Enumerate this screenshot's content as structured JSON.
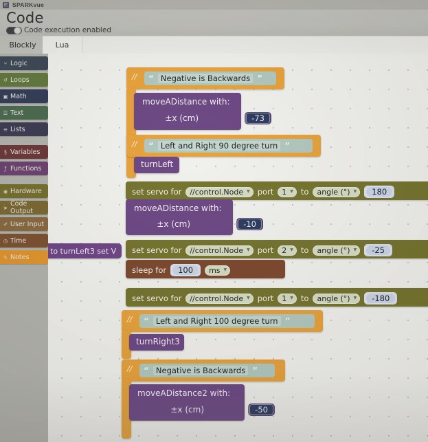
{
  "window": {
    "app_title": "SPARKvue",
    "app_icon": "app-icon"
  },
  "header": {
    "page_title": "Code",
    "execution_toggle_label": "Code execution enabled",
    "execution_toggle_state": "on"
  },
  "tabs": [
    {
      "label": "Blockly",
      "active": true
    },
    {
      "label": "Lua",
      "active": false
    }
  ],
  "toolbox": {
    "items": [
      {
        "label": "Logic",
        "icon": "branch-icon",
        "color": "#3f4a58"
      },
      {
        "label": "Loops",
        "icon": "loop-icon",
        "color": "#637a3f"
      },
      {
        "label": "Math",
        "icon": "math-icon",
        "color": "#353f58"
      },
      {
        "label": "Text",
        "icon": "text-icon",
        "color": "#4e6b51"
      },
      {
        "label": "Lists",
        "icon": "list-icon",
        "color": "#3e3d55"
      },
      {
        "label": "Variables",
        "icon": "variable-icon",
        "color": "#6e3a3a"
      },
      {
        "label": "Functions",
        "icon": "function-icon",
        "color": "#6d4471"
      },
      {
        "label": "Hardware",
        "icon": "chip-icon",
        "color": "#76702f"
      },
      {
        "label": "Code Output",
        "icon": "output-icon",
        "color": "#7c6a34"
      },
      {
        "label": "User Input",
        "icon": "input-icon",
        "color": "#8a6a42"
      },
      {
        "label": "Time",
        "icon": "clock-icon",
        "color": "#7d5333"
      },
      {
        "label": "Notes",
        "icon": "note-icon",
        "color": "#e2962f"
      }
    ]
  },
  "workspace": {
    "scrap_block_label": "to turnLeft3  set V",
    "blocks": [
      {
        "kind": "comment",
        "slash": "//",
        "quote_open": "“",
        "quote_close": "”",
        "text": "Negative is Backwards"
      },
      {
        "kind": "procedure",
        "label": "moveADistance  with:",
        "arg_label": "±x (cm)",
        "arg_value": "-73"
      },
      {
        "kind": "comment",
        "slash": "//",
        "quote_open": "“",
        "quote_close": "”",
        "text": "Left and Right 90 degree turn"
      },
      {
        "kind": "procedure",
        "label": "turnLeft"
      },
      {
        "kind": "servo",
        "prefix": "set servo for",
        "node": "//control.Node",
        "port_label": "port",
        "port": "1",
        "to_label": "to",
        "unit": "angle (°)",
        "value": "180"
      },
      {
        "kind": "procedure",
        "label": "moveADistance  with:",
        "arg_label": "±x (cm)",
        "arg_value": "-10"
      },
      {
        "kind": "servo",
        "prefix": "set servo for",
        "node": "//control.Node",
        "port_label": "port",
        "port": "2",
        "to_label": "to",
        "unit": "angle (°)",
        "value": "-25"
      },
      {
        "kind": "sleep",
        "prefix": "sleep for",
        "value": "100",
        "unit": "ms"
      },
      {
        "kind": "servo",
        "prefix": "set servo for",
        "node": "//control.Node",
        "port_label": "port",
        "port": "1",
        "to_label": "to",
        "unit": "angle (°)",
        "value": "-180"
      },
      {
        "kind": "comment",
        "slash": "//",
        "quote_open": "“",
        "quote_close": "”",
        "text": "Left and Right 100 degree turn"
      },
      {
        "kind": "procedure",
        "label": "turnRight3"
      },
      {
        "kind": "comment",
        "slash": "//",
        "quote_open": "“",
        "quote_close": "”",
        "text": "Negative is Backwards"
      },
      {
        "kind": "procedure",
        "label": "moveADistance2  with:",
        "arg_label": "±x (cm)",
        "arg_value": "-50"
      }
    ]
  }
}
